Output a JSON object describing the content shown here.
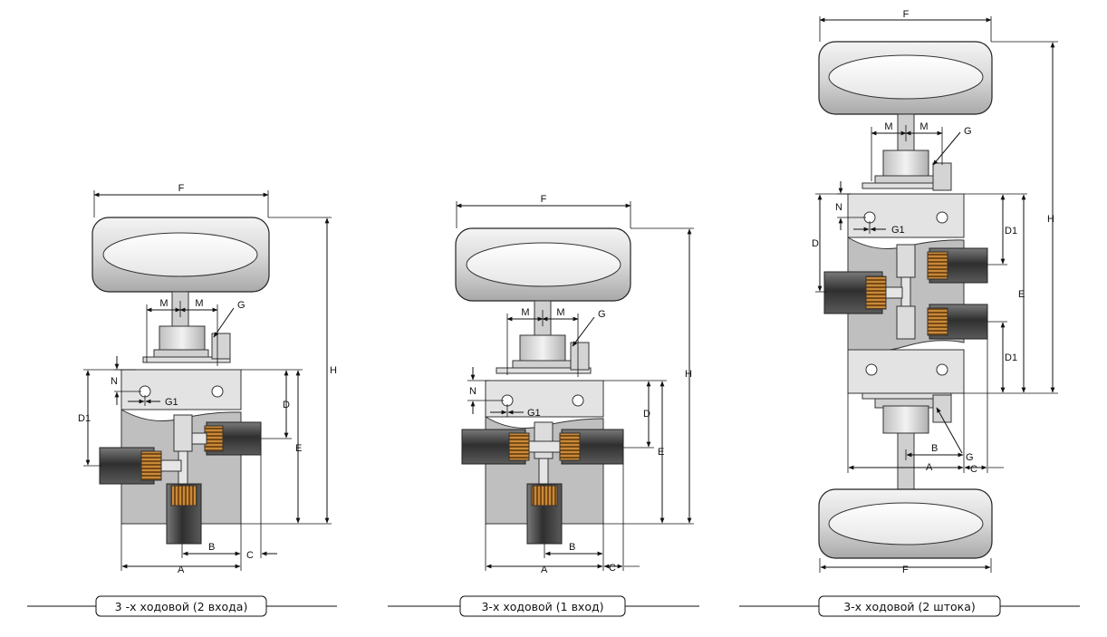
{
  "diagrams": [
    {
      "id": "two-inlet",
      "caption": "3 -х ходовой (2 входа)",
      "labels": {
        "F": "F",
        "M_left": "M",
        "M_right": "M",
        "G": "G",
        "N": "N",
        "G1": "G1",
        "D1": "D1",
        "D": "D",
        "E": "E",
        "H": "H",
        "A": "A",
        "B": "B",
        "C": "C"
      }
    },
    {
      "id": "one-inlet",
      "caption": "3-х ходовой (1 вход)",
      "labels": {
        "F": "F",
        "M_left": "M",
        "M_right": "M",
        "G": "G",
        "N": "N",
        "G1": "G1",
        "D": "D",
        "E": "E",
        "H": "H",
        "A": "A",
        "B": "B",
        "C": "C"
      }
    },
    {
      "id": "two-stem",
      "caption": "3-х ходовой (2 штока)",
      "labels": {
        "F_top": "F",
        "F_bottom": "F",
        "M_left": "M",
        "M_right": "M",
        "G_top": "G",
        "G_bottom": "G",
        "N": "N",
        "G1": "G1",
        "D": "D",
        "D1_top": "D1",
        "D1_bottom": "D1",
        "E": "E",
        "H": "H",
        "A": "A",
        "B": "B",
        "C": "C"
      }
    }
  ],
  "colors": {
    "metal_light": "#d9d9d9",
    "metal_mid": "#bdbdbd",
    "metal_dark": "#555555",
    "port_dark": "#3a3a3a",
    "line": "#222222"
  }
}
